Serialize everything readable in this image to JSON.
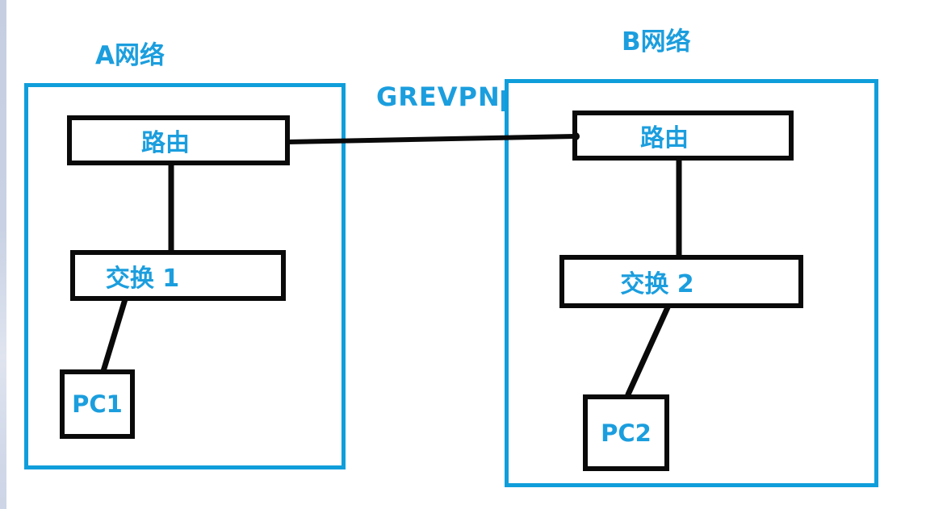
{
  "diagram_type": "network-topology",
  "colors": {
    "accent_blue": "#109edb",
    "text_blue": "#1b9ede",
    "line_black": "#0a0a0a",
    "background": "#ffffff"
  },
  "networks": [
    {
      "label": "A网络",
      "router_label": "路由",
      "switch_label": "交换 1",
      "pc_label": "PC1"
    },
    {
      "label": "B网络",
      "router_label": "路由",
      "switch_label": "交换 2",
      "pc_label": "PC2"
    }
  ],
  "link": {
    "label": "GREVPN",
    "caret_icon": "text-caret"
  },
  "edges": [
    {
      "from": "A.router",
      "to": "B.router",
      "label": "GREVPN"
    },
    {
      "from": "A.router",
      "to": "A.switch"
    },
    {
      "from": "A.switch",
      "to": "A.pc"
    },
    {
      "from": "B.router",
      "to": "B.switch"
    },
    {
      "from": "B.switch",
      "to": "B.pc"
    }
  ]
}
